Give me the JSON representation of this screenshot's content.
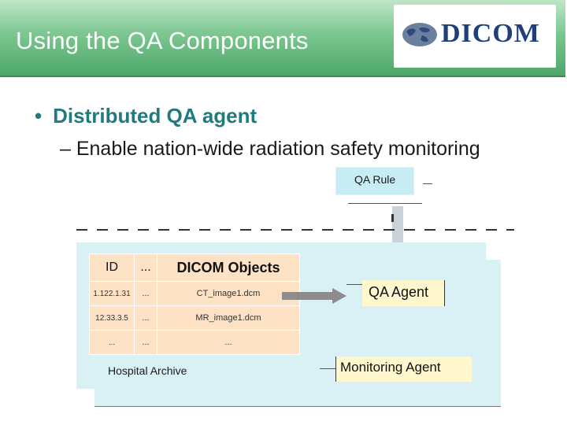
{
  "header": {
    "title": "Using the QA Components",
    "logo_text": "DICOM"
  },
  "bullets": {
    "level1": "Distributed QA agent",
    "level2": "– Enable nation-wide radiation safety monitoring"
  },
  "diagram": {
    "qa_rule": "QA Rule",
    "qa_agent": "QA Agent",
    "monitoring_agent": "Monitoring Agent",
    "hospital_archive": "Hospital Archive",
    "table": {
      "headers": [
        "ID",
        "...",
        "DICOM Objects"
      ],
      "rows": [
        [
          "1.122.1.31",
          "...",
          "CT_image1.dcm"
        ],
        [
          "12.33.3.5",
          "...",
          "MR_image1.dcm"
        ],
        [
          "...",
          "...",
          "..."
        ]
      ]
    }
  },
  "colors": {
    "header_green": "#7cc690",
    "bullet_teal": "#217a7e",
    "logo_blue": "#1e3f7a",
    "panel_cyan": "#d9f0f4",
    "table_peach": "#fde2c6",
    "agent_yellow": "#fff8cf"
  }
}
